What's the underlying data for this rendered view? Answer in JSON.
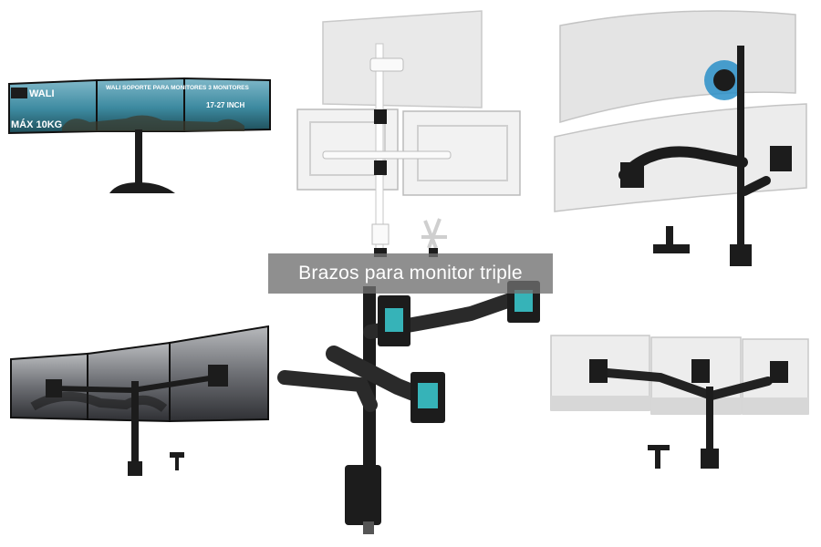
{
  "banner": {
    "title": "Brazos para monitor triple"
  },
  "products": [
    {
      "id": "wali-stand",
      "brand": "WALI",
      "screen_heading": "WALI SOPORTE PARA MONITORES 3 MONITORES",
      "size_range": "17-27 INCH",
      "max_load": "MÁX 10KG"
    },
    {
      "id": "white-stacked-pole"
    },
    {
      "id": "curved-stacked-pole"
    },
    {
      "id": "triple-arm-clamp"
    },
    {
      "id": "gas-spring-triple-arm"
    },
    {
      "id": "silver-triple-arm"
    }
  ],
  "colors": {
    "background": "#ffffff",
    "banner_overlay": "#707070",
    "banner_text": "#ffffff",
    "mount_black": "#1c1c1c",
    "mount_white": "#f2f2f2",
    "vesa_teal": "#36b3b8"
  }
}
